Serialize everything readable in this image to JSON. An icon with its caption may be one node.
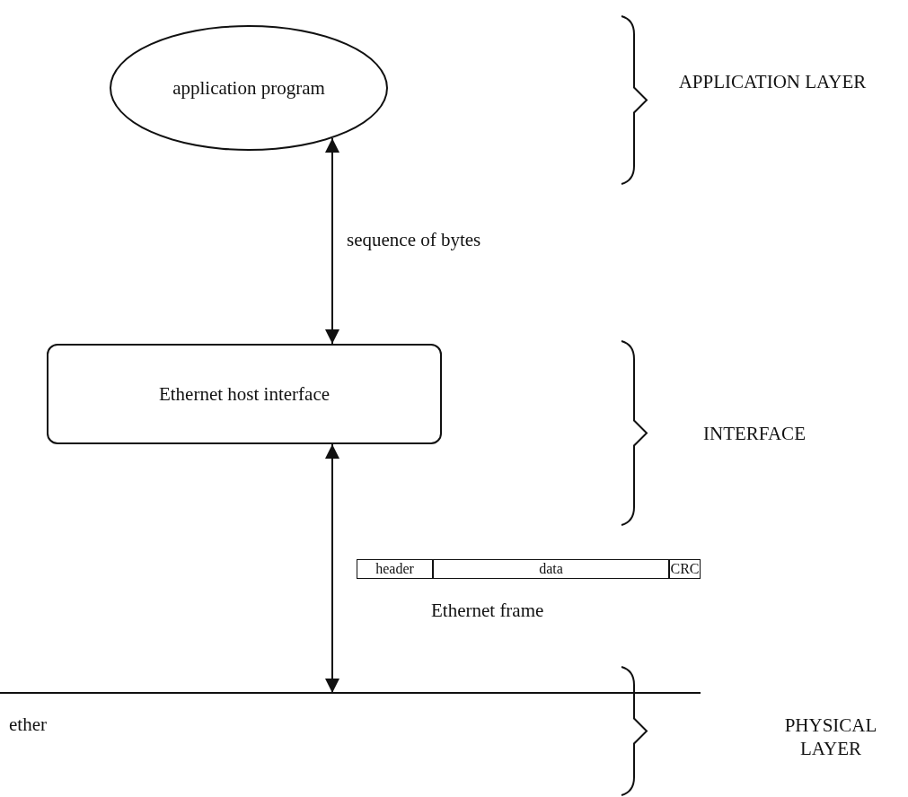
{
  "diagram": {
    "nodes": [
      {
        "text": [
          "application program"
        ]
      },
      {
        "text": [
          "Ethernet host interface"
        ]
      },
      {
        "text": [
          "ether"
        ]
      },
      {
        "text": [
          "Ethernet frame"
        ]
      },
      {
        "text": [
          "header"
        ],
        "in": 3
      },
      {
        "text": [
          "data"
        ],
        "in": 3
      },
      {
        "text": [
          "CRC"
        ],
        "in": 3
      }
    ],
    "edges": [
      {
        "from": 0,
        "to": 1,
        "arrow": "both",
        "label": "sequence of bytes"
      },
      {
        "from": 1,
        "to": 2,
        "arrow": "both"
      }
    ],
    "labels": [
      "APPLICATION LAYER",
      "INTERFACE",
      "PHYSICAL LAYER"
    ]
  }
}
